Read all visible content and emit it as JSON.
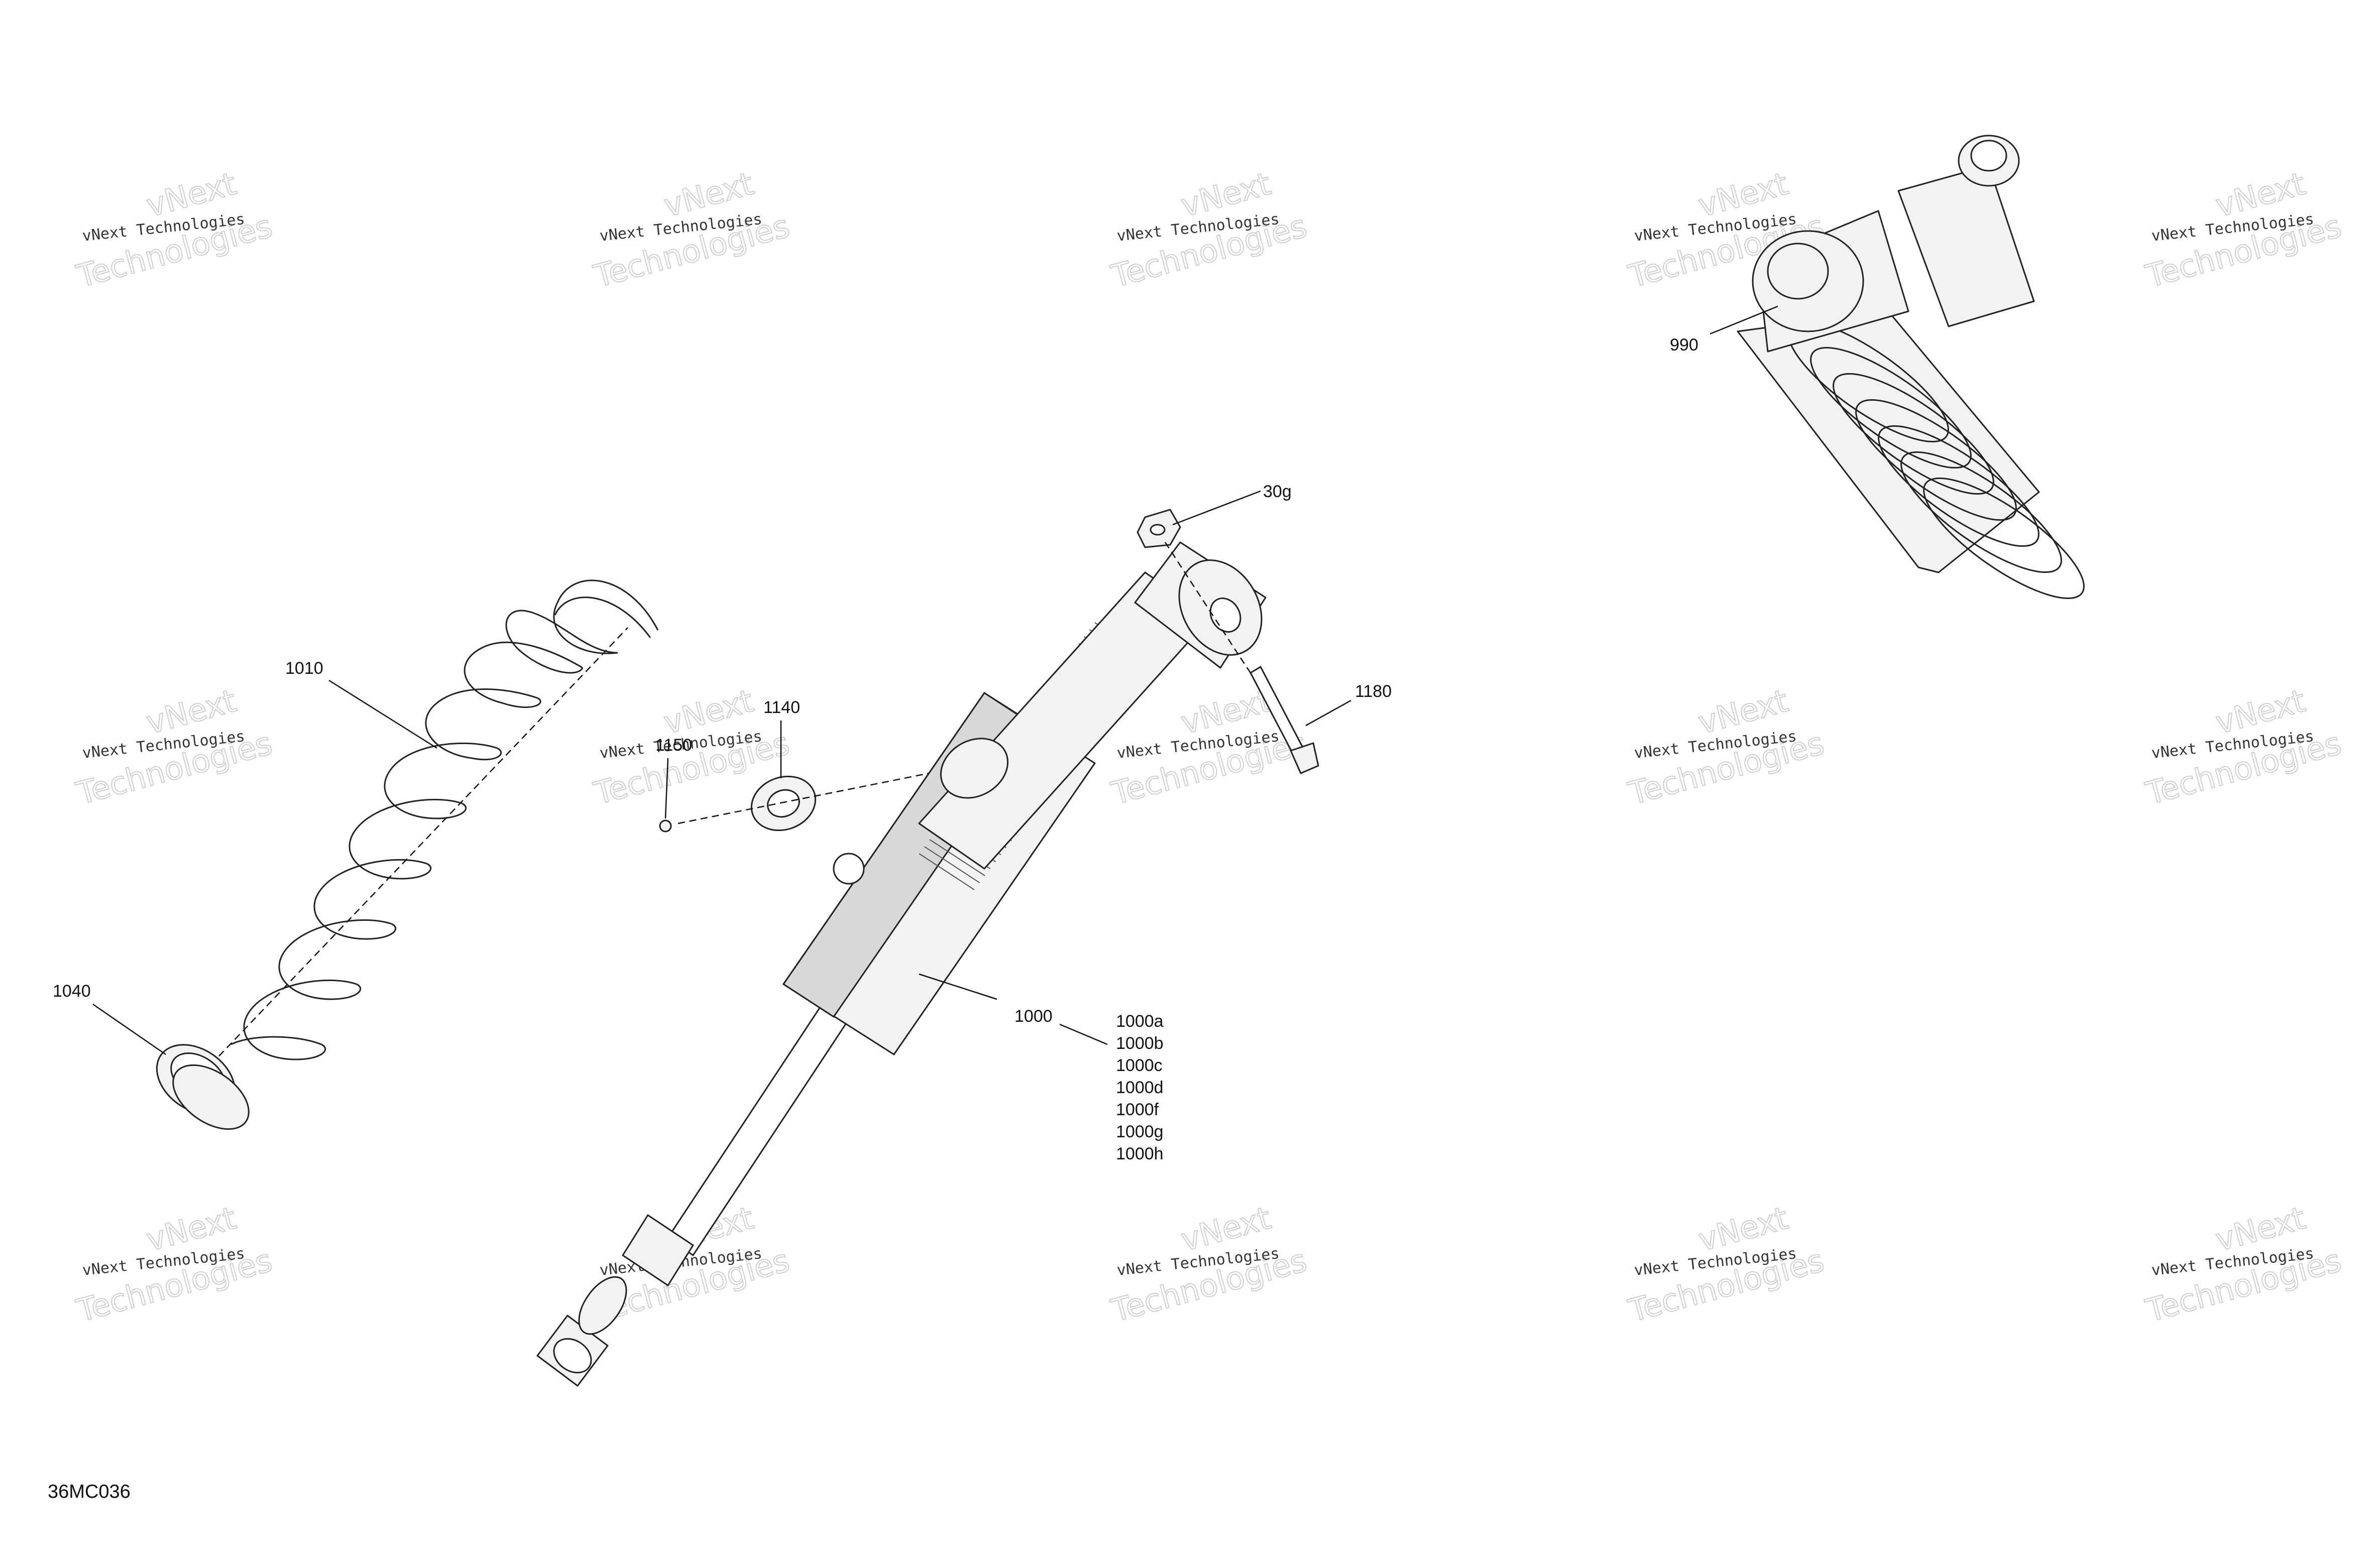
{
  "figure_code": "36MC036",
  "watermark": {
    "text_line1": "vNext Technologies",
    "big_line1": "vNext",
    "big_line2": "Technologies"
  },
  "callouts": {
    "c990": "990",
    "c30g": "30g",
    "c1010": "1010",
    "c1140": "1140",
    "c1150": "1150",
    "c1180": "1180",
    "c1040": "1040",
    "c1000": "1000",
    "c1000_variants": [
      "1000a",
      "1000b",
      "1000c",
      "1000d",
      "1000f",
      "1000g",
      "1000h"
    ]
  },
  "colors": {
    "line": "#222222",
    "fill": "#f2f2f2",
    "watermark": "#cfcfcf"
  }
}
